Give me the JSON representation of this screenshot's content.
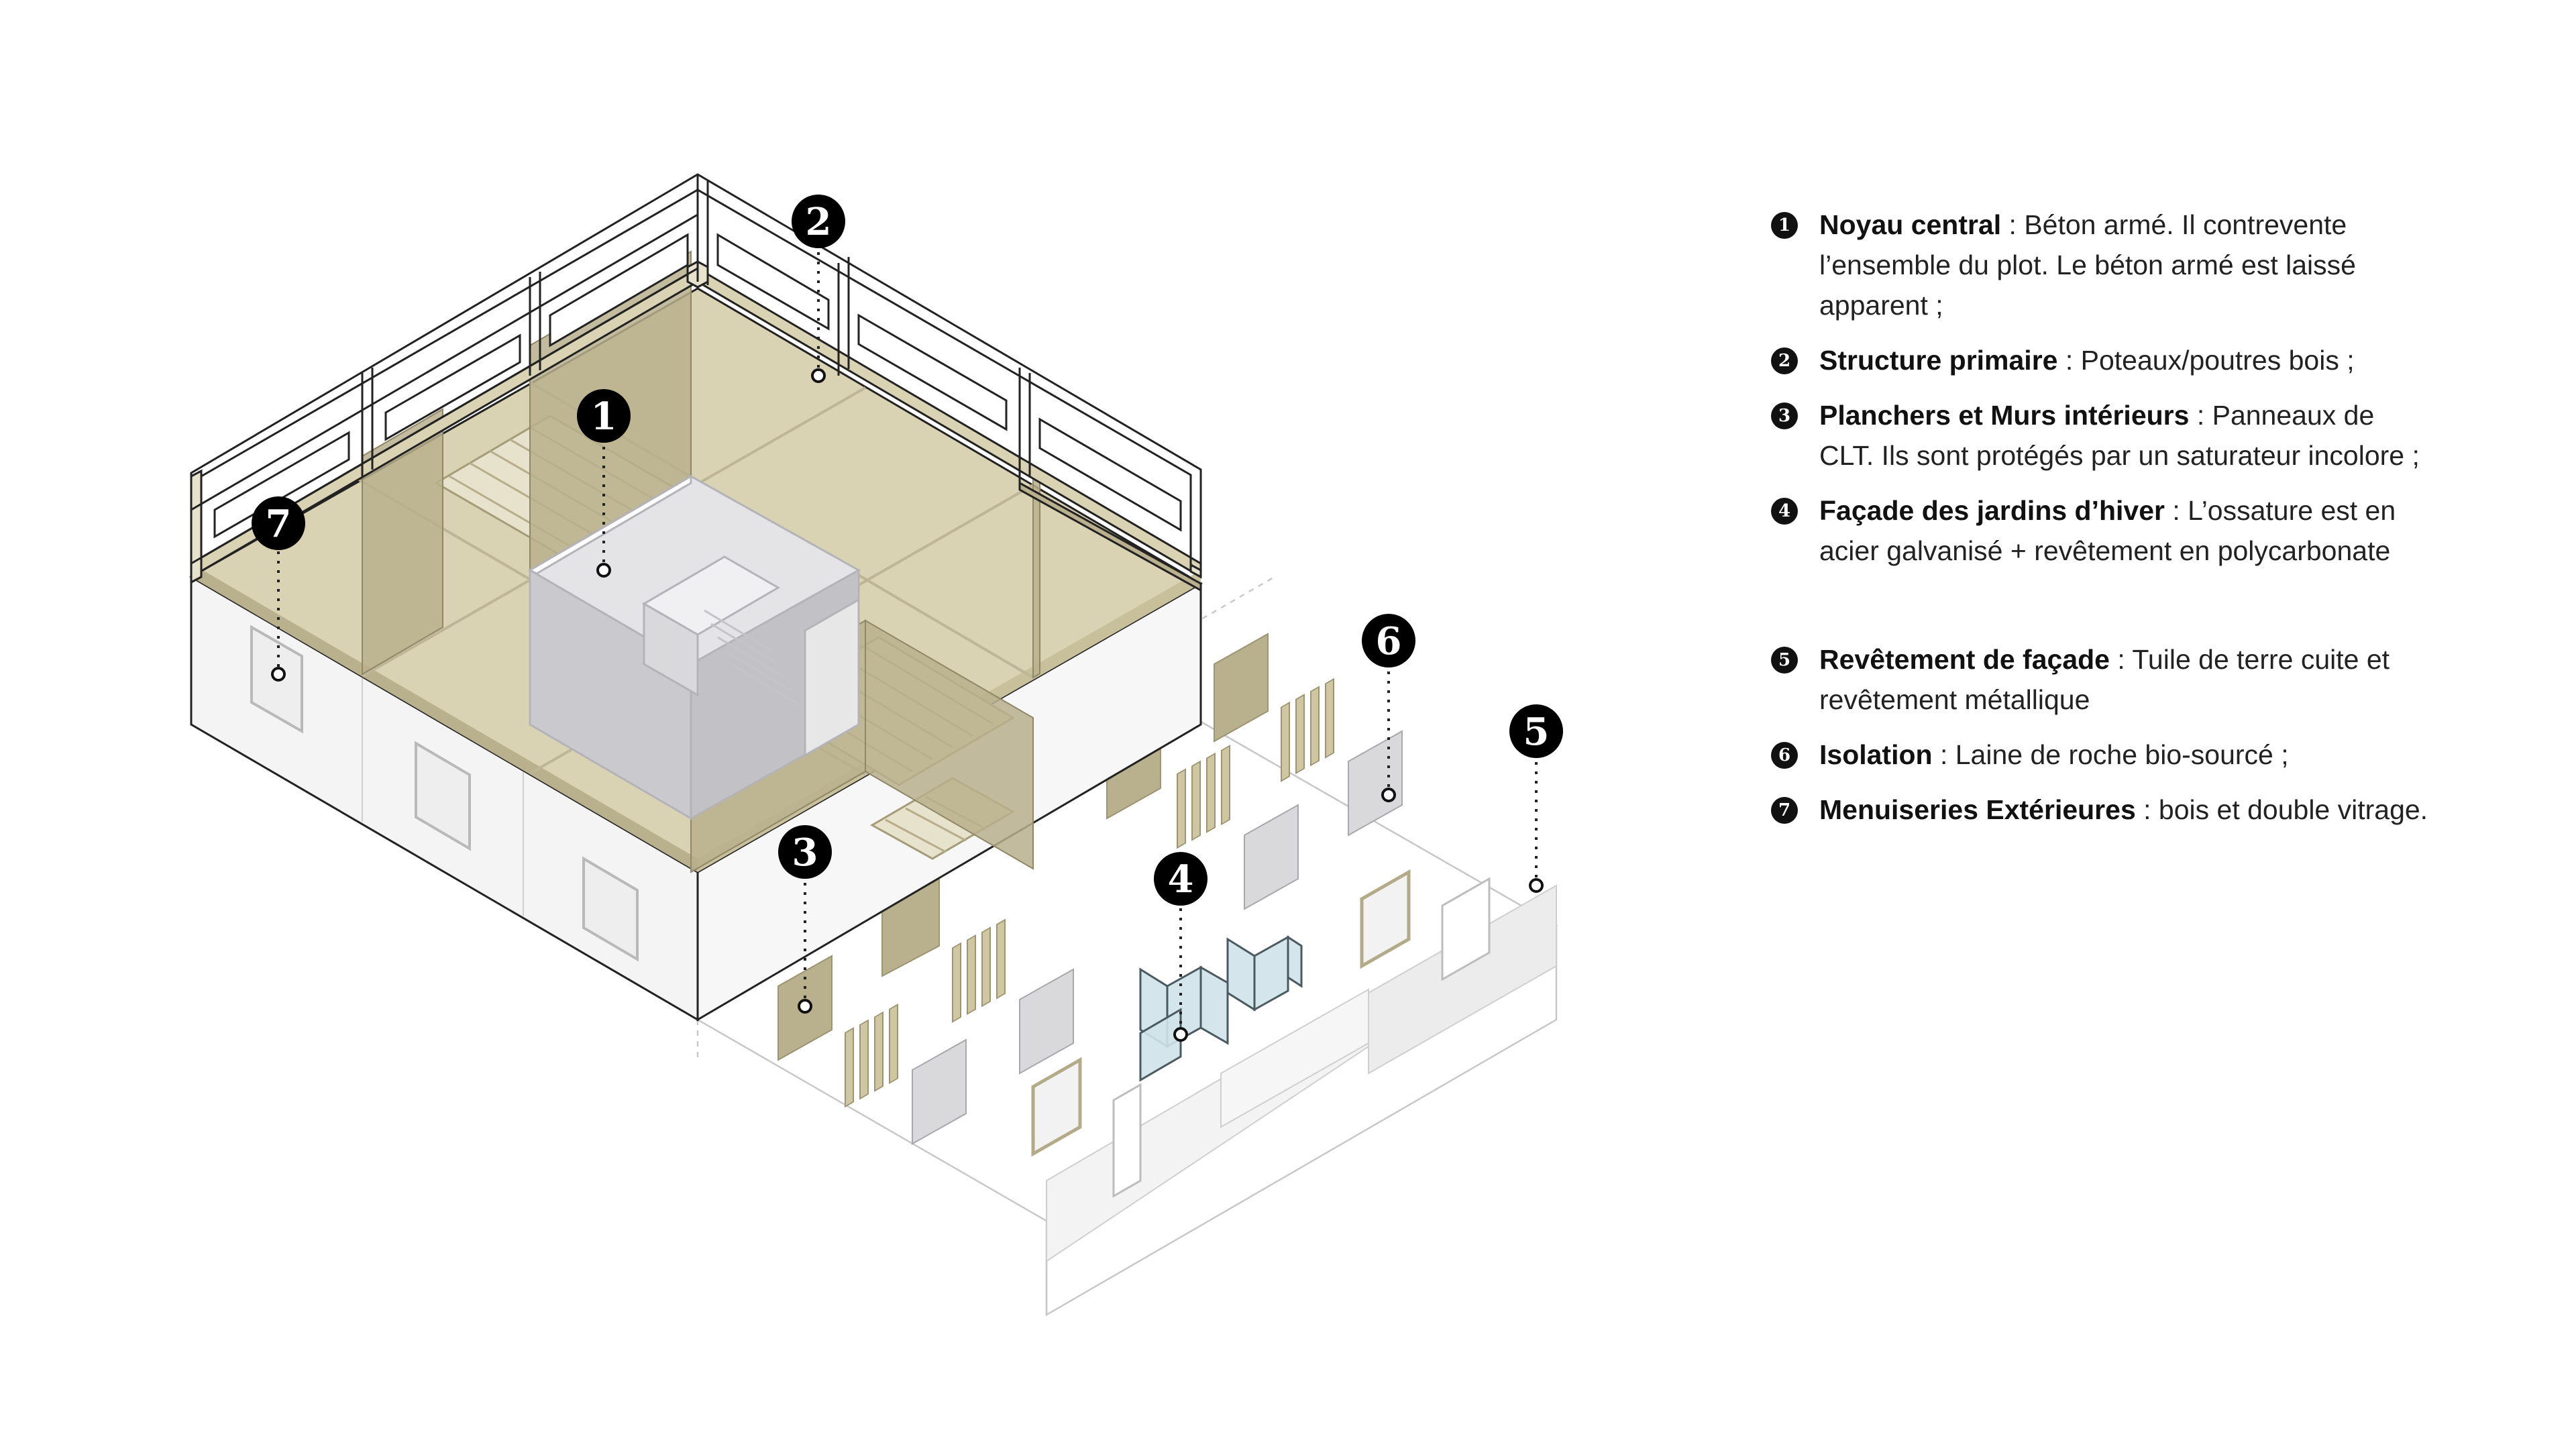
{
  "markers": [
    "1",
    "2",
    "3",
    "4",
    "5",
    "6",
    "7"
  ],
  "legend": [
    {
      "num": "1",
      "term": "Noyau central",
      "text": " : Béton armé. Il contrevente l’ensemble du plot. Le béton armé est laissé apparent ;"
    },
    {
      "num": "2",
      "term": "Structure primaire",
      "text": " : Poteaux/poutres bois ;"
    },
    {
      "num": "3",
      "term": "Planchers et Murs intérieurs",
      "text": " : Panneaux de CLT. Ils sont protégés par un saturateur incolore ;"
    },
    {
      "num": "4",
      "term": "Façade des jardins d’hiver",
      "text": " : L’ossature est en acier galvanisé + revêtement en polycarbonate"
    },
    {
      "num": "5",
      "term": "Revêtement de façade",
      "text": " : Tuile de terre cuite et revêtement métallique"
    },
    {
      "num": "6",
      "term": "Isolation",
      "text": " : Laine de roche bio-sourcé ;"
    },
    {
      "num": "7",
      "term": "Menuiseries Extérieures",
      "text": " : bois et double vitrage."
    }
  ],
  "colors": {
    "timber": "#d9d3b3",
    "timber_dark": "#b7ad8a",
    "concrete": "#cfcfd1",
    "wall": "#f1f1f1",
    "glass": "#cfe3ea",
    "ink": "#111111"
  }
}
